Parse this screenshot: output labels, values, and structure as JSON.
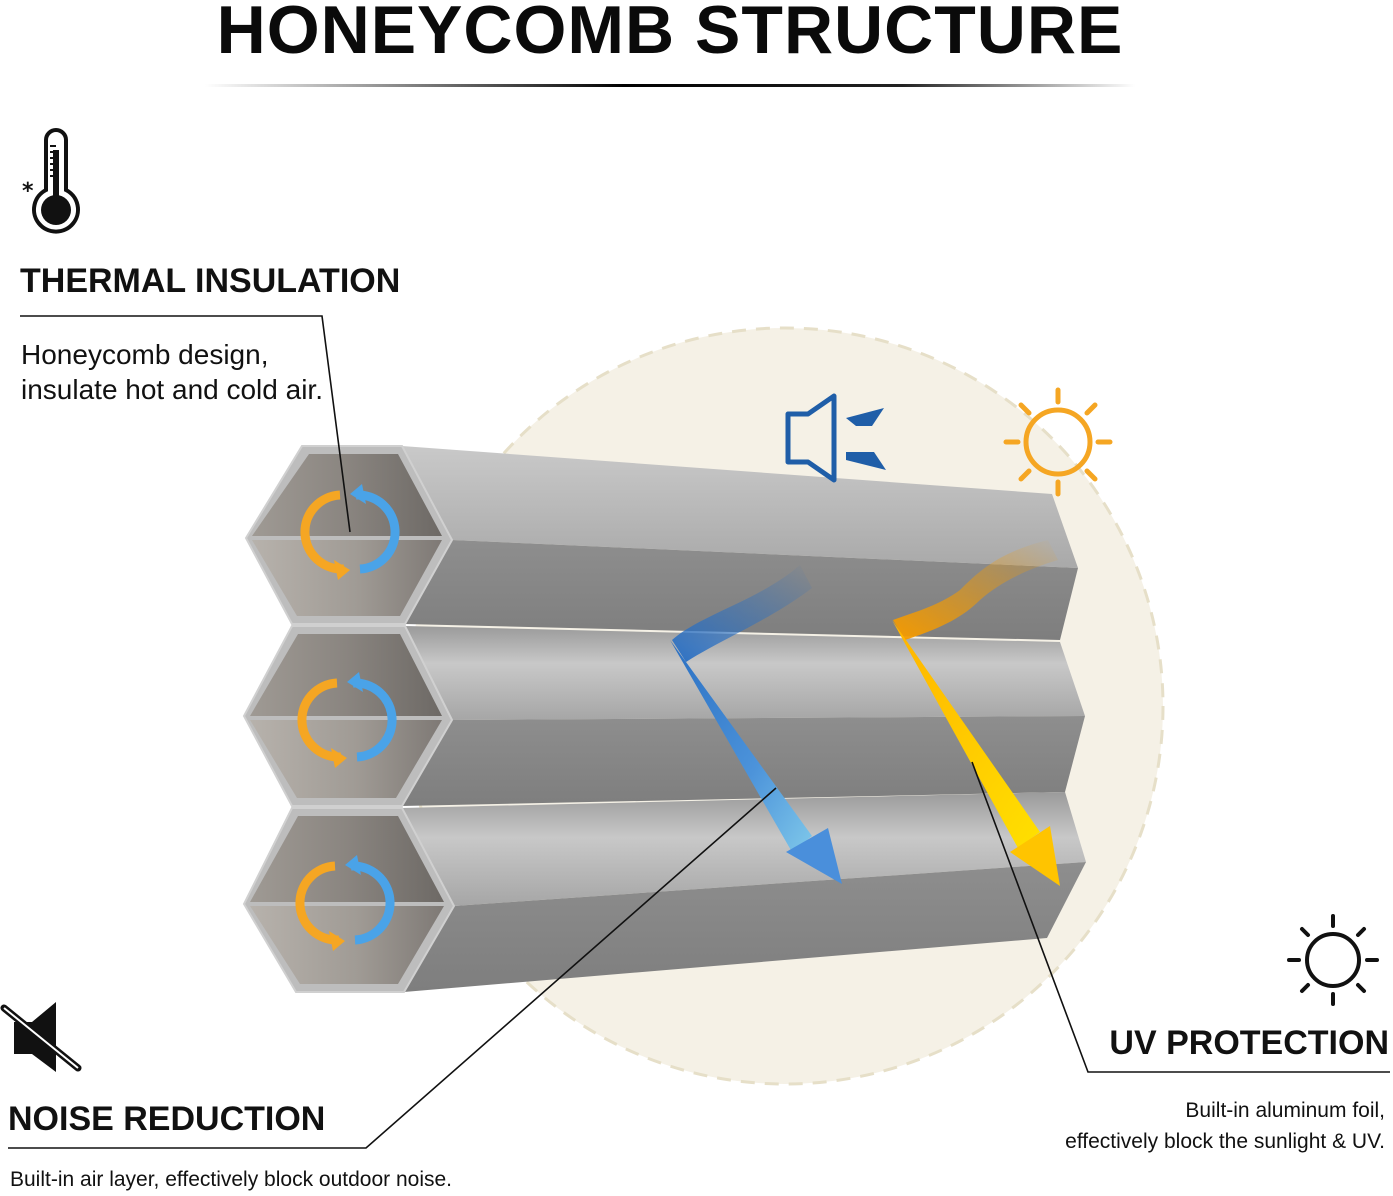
{
  "title": "HONEYCOMB STRUCTURE",
  "features": {
    "thermal": {
      "heading": "THERMAL INSULATION",
      "lines": [
        "Honeycomb design,",
        "insulate hot and cold air."
      ],
      "icon": "thermometer-icon"
    },
    "noise": {
      "heading": "NOISE REDUCTION",
      "line": "Built-in air layer, effectively block outdoor noise.",
      "icon": "muted-speaker-icon"
    },
    "uv": {
      "heading": "UV PROTECTION",
      "lines": [
        "Built-in aluminum foil,",
        "effectively block the sunlight & UV."
      ],
      "icon": "sun-outline-icon"
    }
  },
  "colors": {
    "orange": "#f5a623",
    "blue": "#4aa3e8",
    "dark_blue": "#1f5ea8",
    "yellow": "#ffd600",
    "gray_cell": "#8c8c8c",
    "circle_fill": "#f5f1e6",
    "circle_dash": "#e6dfc8"
  }
}
